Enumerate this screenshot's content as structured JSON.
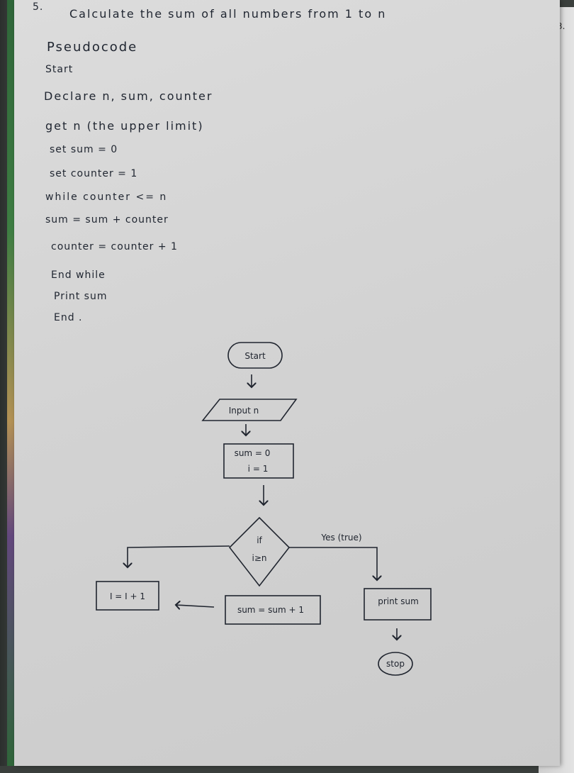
{
  "problem": {
    "number": "5.",
    "title": "Calculate the sum of all numbers from 1 to n"
  },
  "page_number": "3.",
  "pseudocode": {
    "heading": "Pseudocode",
    "lines": [
      "Start",
      "Declare n, sum, counter",
      "get n (the upper limit)",
      "set sum = 0",
      "set counter = 1",
      "while counter <= n",
      "sum = sum + counter",
      "counter = counter + 1",
      "End while",
      "Print sum",
      "End ."
    ]
  },
  "flowchart": {
    "start": "Start",
    "input": "Input n",
    "init_line1": "sum = 0",
    "init_line2": "i = 1",
    "decision_line1": "if",
    "decision_line2": "i≥n",
    "yes_label": "Yes (true)",
    "increment": "I = I + 1",
    "accumulate": "sum = sum + 1",
    "output": "print sum",
    "stop": "stop"
  }
}
